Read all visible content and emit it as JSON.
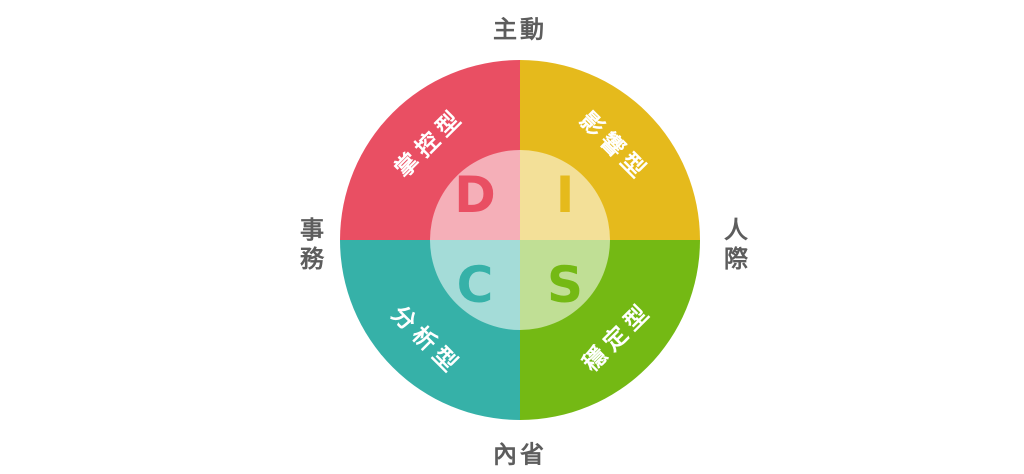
{
  "diagram": {
    "name": "DISC model wheel",
    "center_letters_text": "DICS",
    "axes": {
      "top": "主動",
      "bottom": "內省",
      "left": "事務",
      "right": "人際",
      "label_color": "#5d5d5d"
    },
    "quadrants": [
      {
        "letter": "D",
        "label": "掌控型",
        "color": "#e94f63",
        "position": "top-left"
      },
      {
        "letter": "I",
        "label": "影響型",
        "color": "#e5ba1c",
        "position": "top-right"
      },
      {
        "letter": "C",
        "label": "分析型",
        "color": "#36b1a8",
        "position": "bottom-left"
      },
      {
        "letter": "S",
        "label": "穩定型",
        "color": "#74b914",
        "position": "bottom-right"
      }
    ],
    "inner_circle_overlay": "rgba(255,255,255,0.55)",
    "quadrant_label_text_color": "#ffffff"
  }
}
